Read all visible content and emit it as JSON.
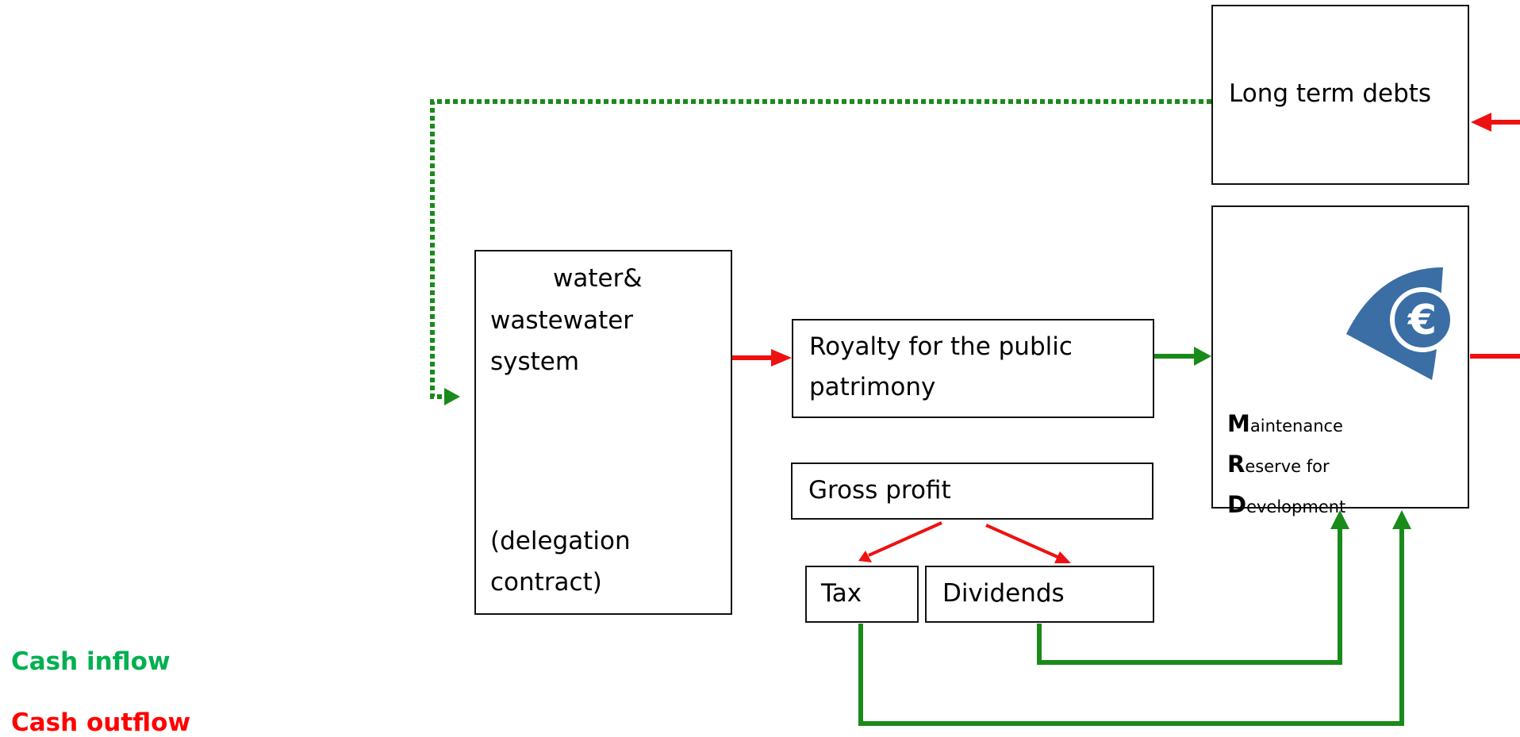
{
  "boxes": {
    "long_term_debts": "Long term debts",
    "water_system_line1": "water&",
    "water_system_line2": "wastewater",
    "water_system_line3": "system",
    "water_system_line4": "(delegation",
    "water_system_line5": "contract)",
    "royalty_line1": "Royalty for the public",
    "royalty_line2": "patrimony",
    "gross_profit": "Gross profit",
    "tax": "Tax",
    "dividends": "Dividends",
    "mrd": {
      "m_initial": "M",
      "m_rest": "aintenance",
      "r_initial": "R",
      "r_rest": "eserve for",
      "d_initial": "D",
      "d_rest": "evelopment"
    }
  },
  "legend": {
    "inflow": "Cash inflow",
    "outflow": "Cash outflow"
  },
  "colors": {
    "inflow": "#1a8a1a",
    "outflow": "#ee1111",
    "legend_inflow": "#00b050",
    "legend_outflow": "#ff0000",
    "euro_icon": "#3a6ea5"
  },
  "icons": [
    "euro-icon"
  ]
}
